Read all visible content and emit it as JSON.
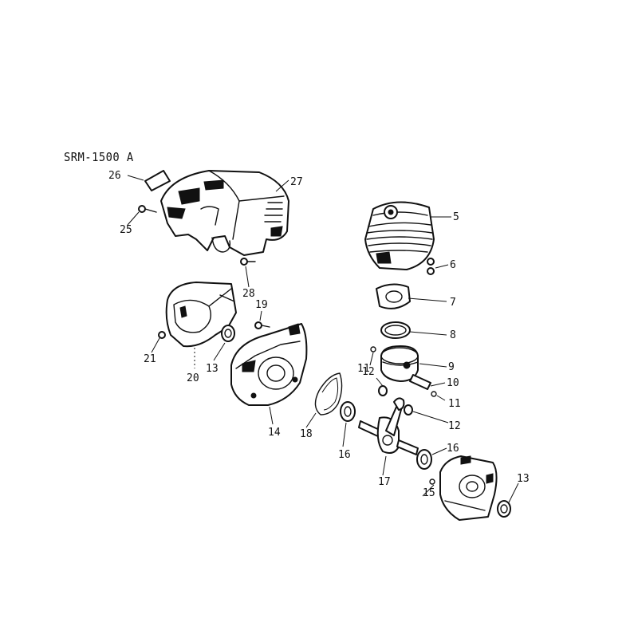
{
  "model": "SRM-1500 A",
  "callouts": [
    "26",
    "27",
    "25",
    "28",
    "5",
    "6",
    "7",
    "8",
    "19",
    "21",
    "20",
    "13",
    "11",
    "9",
    "12",
    "10",
    "11",
    "12",
    "14",
    "18",
    "16",
    "16",
    "17",
    "13",
    "15"
  ]
}
